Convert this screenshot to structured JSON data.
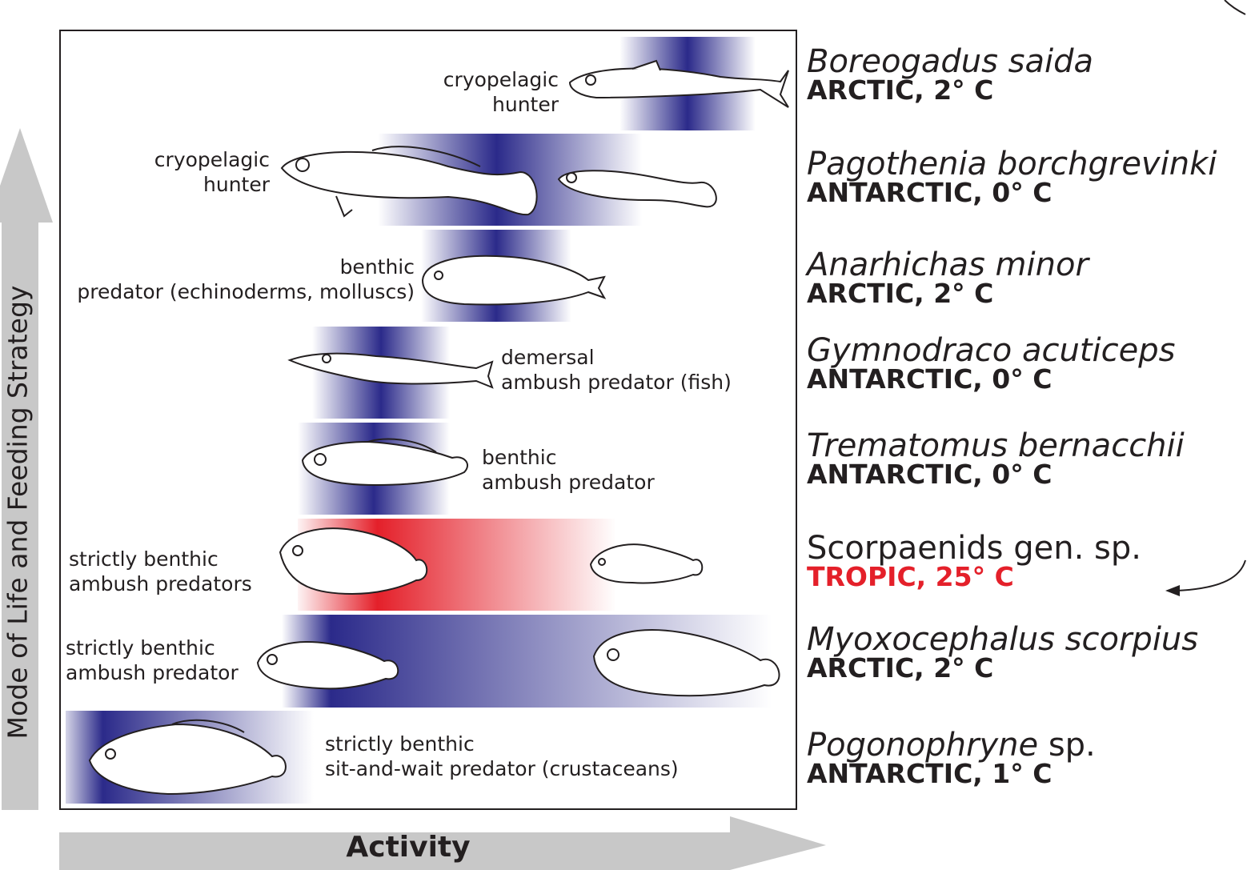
{
  "axes": {
    "x_label": "Activity",
    "y_label": "Mode of Life and Feeding Strategy"
  },
  "colors": {
    "cold_band": "#2b2a8a",
    "warm_band": "#e4202a",
    "axis_arrow": "#c8c8c8",
    "tropic_text": "#e4202a",
    "outline": "#231f20"
  },
  "rows": [
    {
      "strategy": [
        "cryopelagic",
        "hunter"
      ],
      "species": "Boreogadus saida",
      "species_extra": "",
      "region": "ARCTIC, 2° C",
      "band": "cold"
    },
    {
      "strategy": [
        "cryopelagic",
        "hunter"
      ],
      "species": "Pagothenia borchgrevinki",
      "species_extra": "",
      "region": "ANTARCTIC, 0° C",
      "band": "cold"
    },
    {
      "strategy": [
        "benthic",
        "predator (echinoderms, molluscs)"
      ],
      "species": "Anarhichas minor",
      "species_extra": "",
      "region": "ARCTIC, 2° C",
      "band": "cold"
    },
    {
      "strategy": [
        "demersal",
        "ambush predator (fish)"
      ],
      "species": "Gymnodraco acuticeps",
      "species_extra": "",
      "region": "ANTARCTIC, 0° C",
      "band": "cold"
    },
    {
      "strategy": [
        "benthic",
        "ambush predator"
      ],
      "species": "Trematomus bernacchii",
      "species_extra": "",
      "region": "ANTARCTIC, 0° C",
      "band": "cold"
    },
    {
      "strategy": [
        "strictly benthic",
        "ambush predators"
      ],
      "species": "Scorpaenids gen. sp.",
      "species_extra": "",
      "region": "TROPIC, 25° C",
      "band": "warm"
    },
    {
      "strategy": [
        "strictly benthic",
        "ambush predator"
      ],
      "species": "Myoxocephalus scorpius",
      "species_extra": "",
      "region": "ARCTIC, 2° C",
      "band": "cold"
    },
    {
      "strategy": [
        "strictly benthic",
        "sit-and-wait predator (crustaceans)"
      ],
      "species": "Pogonophryne",
      "species_extra": " sp.",
      "region": "ANTARCTIC, 1° C",
      "band": "cold"
    }
  ]
}
